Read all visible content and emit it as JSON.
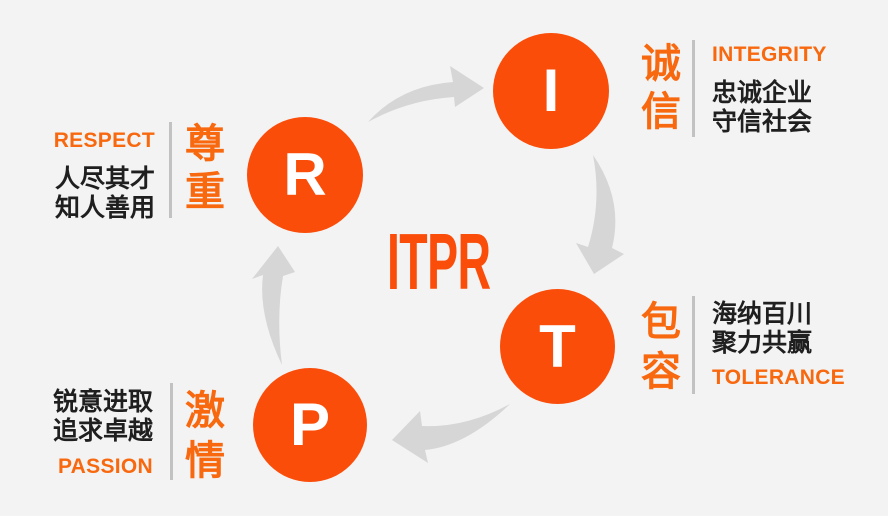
{
  "title": "ITPR",
  "colors": {
    "accent": "#FB4D0A",
    "accent_text": "#F8680E",
    "ink": "#1F1F1F",
    "divider": "#C2C2C2",
    "arrow": "#D6D6D6",
    "background": "#F3F3F3",
    "circle_letter": "#FFFFFF"
  },
  "nodes": [
    {
      "key": "integrity",
      "letter": "I",
      "cn": "诚信",
      "en": "INTEGRITY",
      "lines": [
        "忠诚企业",
        "守信社会"
      ]
    },
    {
      "key": "tolerance",
      "letter": "T",
      "cn": "包容",
      "en": "TOLERANCE",
      "lines": [
        "海纳百川",
        "聚力共赢"
      ]
    },
    {
      "key": "passion",
      "letter": "P",
      "cn": "激情",
      "en": "PASSION",
      "lines": [
        "锐意进取",
        "追求卓越"
      ]
    },
    {
      "key": "respect",
      "letter": "R",
      "cn": "尊重",
      "en": "RESPECT",
      "lines": [
        "人尽其才",
        "知人善用"
      ]
    }
  ]
}
